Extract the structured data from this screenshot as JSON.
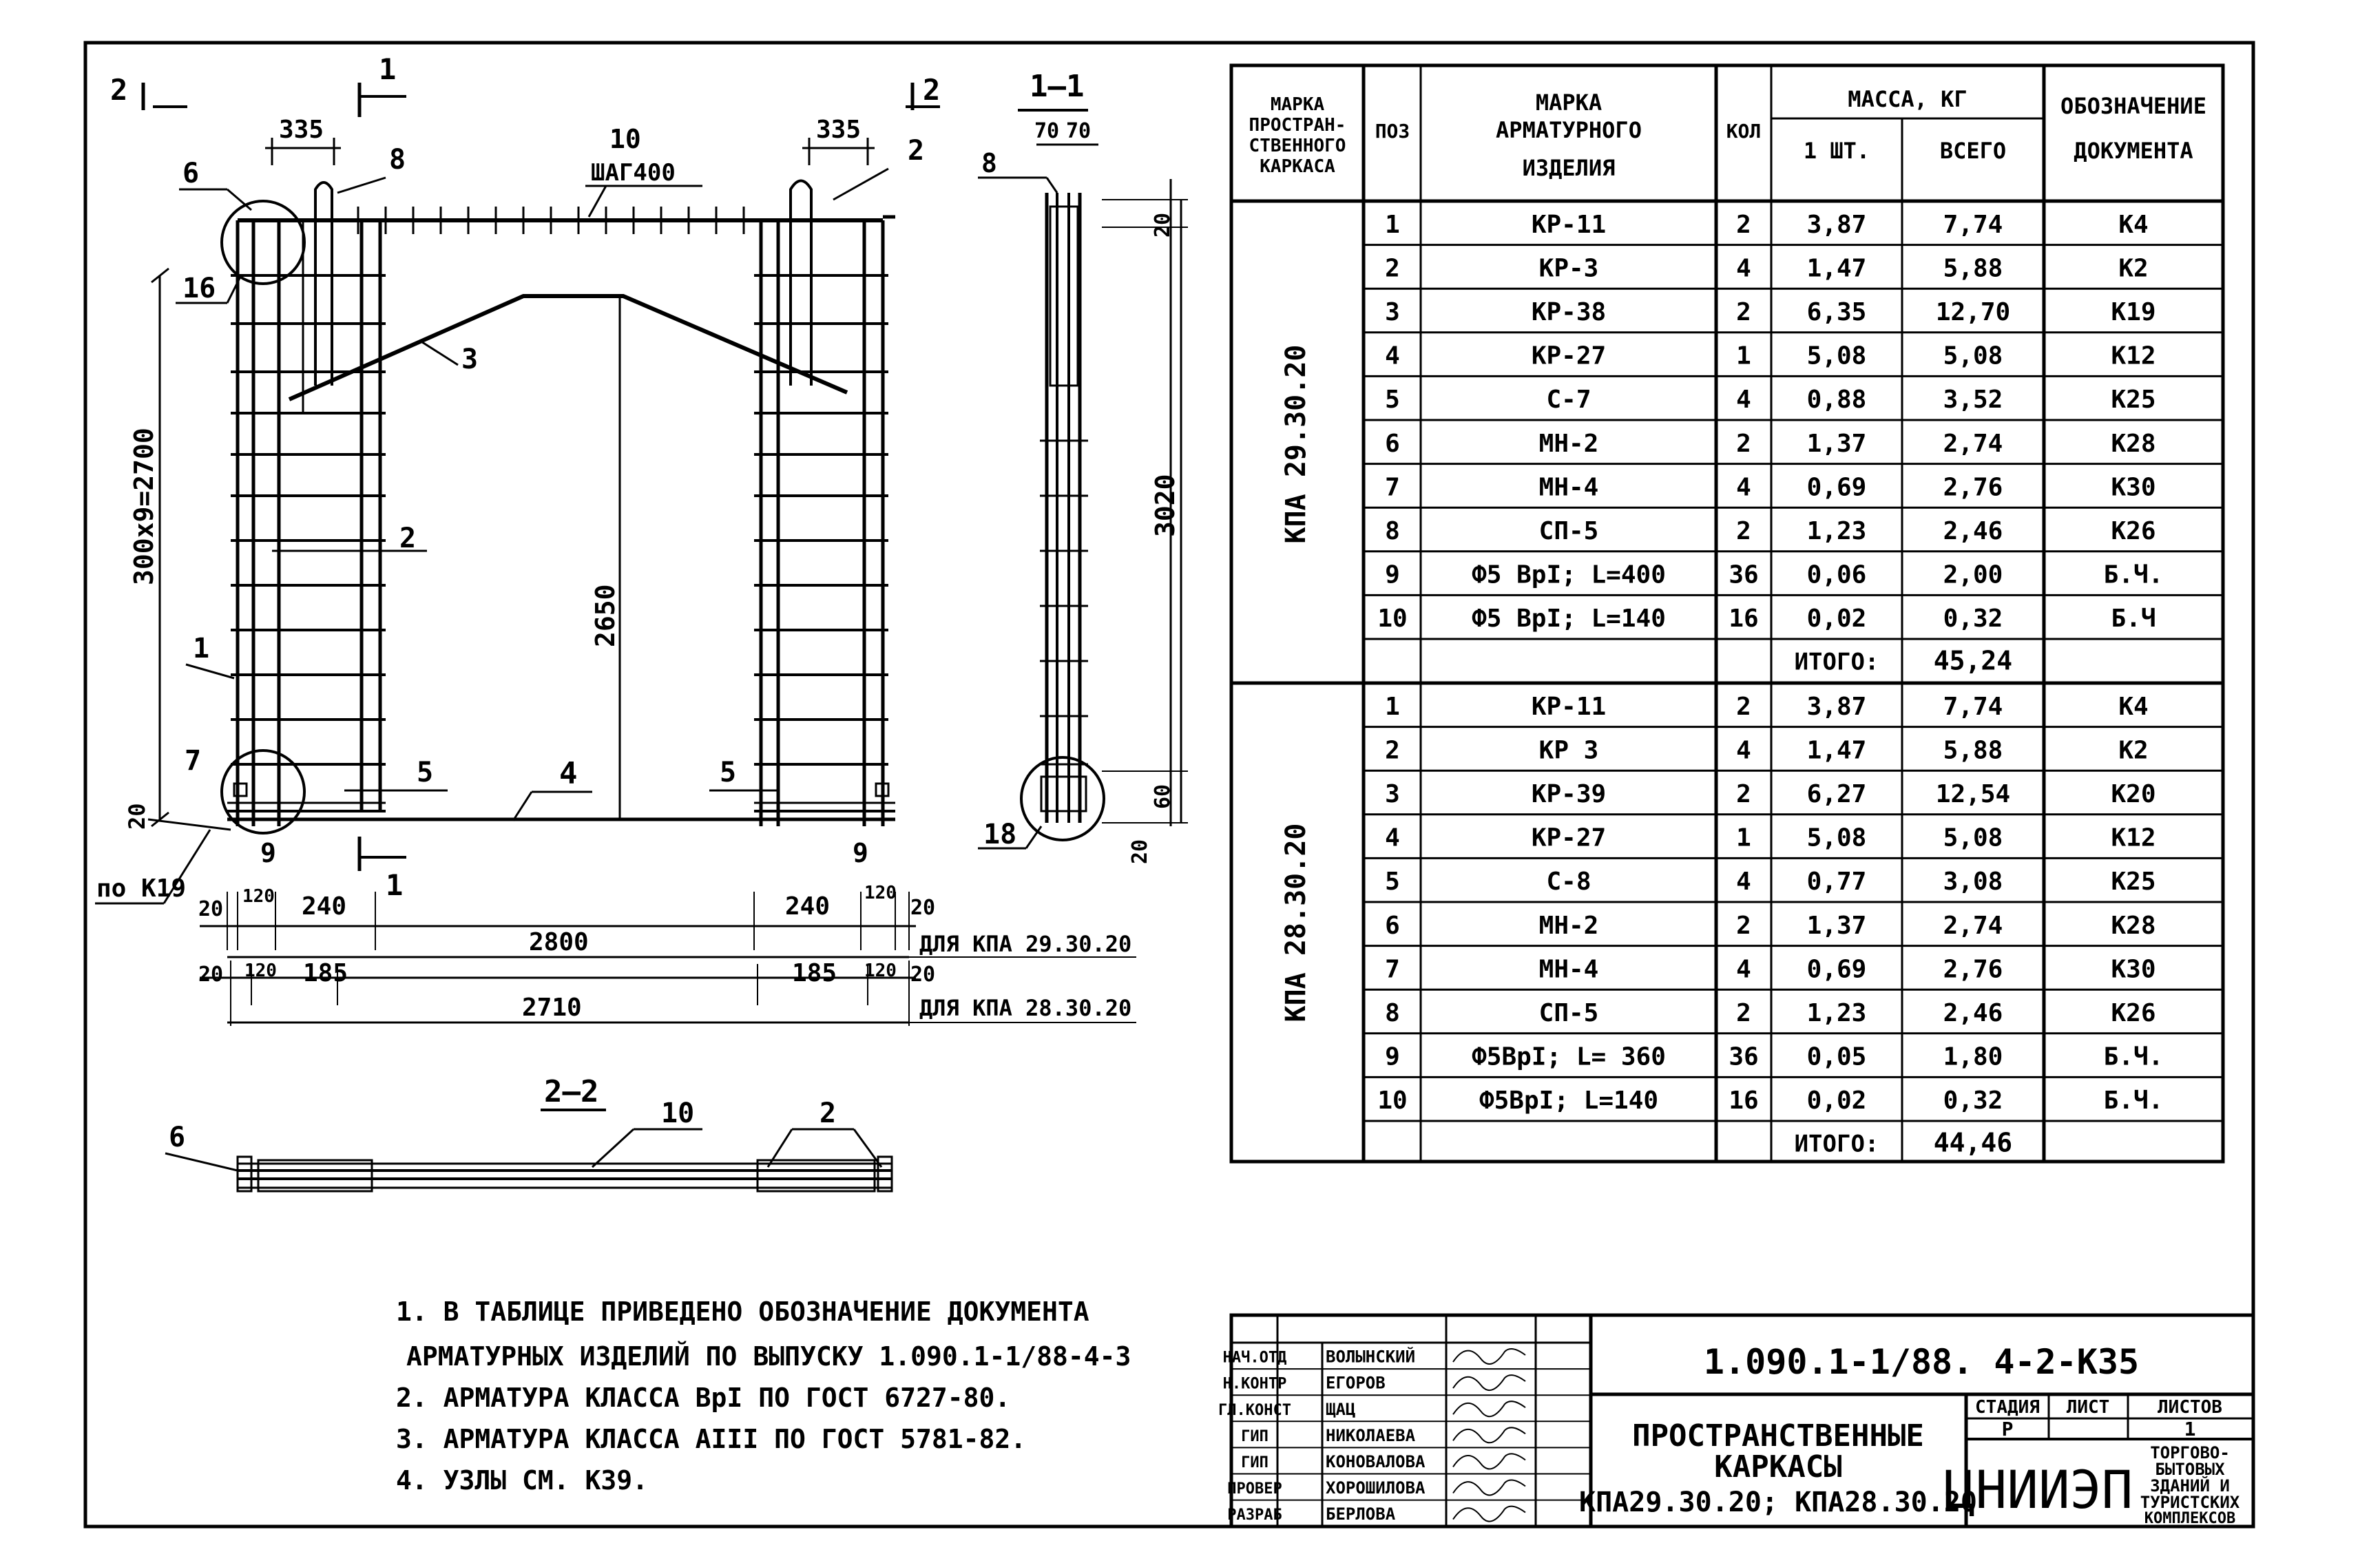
{
  "labels": {
    "sec_2_left": "2",
    "sec_1_top": "1",
    "sec_2_right": "2",
    "sec_1_bottom": "1",
    "dim_335_left": "335",
    "dim_335_right": "335",
    "pos_10": "10",
    "step_400": "ШАГ400",
    "pos_6": "6",
    "pos_8": "8",
    "pos_2_right": "2",
    "pos_16": "16",
    "pos_3": "3",
    "dim_2700": "300х9=2700",
    "dim_2650": "2650",
    "pos_2_mid": "2",
    "pos_1": "1",
    "pos_7": "7",
    "pos_5_left": "5",
    "pos_4": "4",
    "pos_5_right": "5",
    "dim_20_left": "20",
    "dim_9_left": "9",
    "dim_9_right": "9",
    "ref_k19": "по К19"
  },
  "section_1_1": {
    "title": "1–1",
    "dim_70_a": "70",
    "dim_70_b": "70",
    "pos_8": "8",
    "dim_20_top": "20",
    "dim_3020": "3020",
    "dim_60": "60",
    "dim_20_bot": "20",
    "pos_18": "18"
  },
  "bottom_dims": {
    "row1": [
      "20",
      "120",
      "240"
    ],
    "row1_right": [
      "240",
      "120",
      "20"
    ],
    "total1": "2800",
    "note1": "ДЛЯ КПА 29.30.20",
    "row2": [
      "20",
      "120",
      "185"
    ],
    "row2_right": [
      "185",
      "120",
      "20"
    ],
    "total2": "2710",
    "note2": "ДЛЯ КПА 28.30.20"
  },
  "section_2_2": {
    "title": "2–2",
    "pos_6": "6",
    "pos_10": "10",
    "pos_2": "2"
  },
  "table": {
    "headers": {
      "mark_frame": "МАРКА ПРОСТРАН-СТВЕННОГО КАРКАСА",
      "pos": "ПОЗ",
      "mark_item": "МАРКА АРМАТУРНОГО ИЗДЕЛИЯ",
      "qty": "КОЛ",
      "mass": "МАССА, КГ",
      "mass_one": "1 ШТ.",
      "mass_total": "ВСЕГО",
      "doc": "ОБОЗНАЧЕНИЕ ДОКУМЕНТА"
    },
    "groups": [
      {
        "name": "КПА 29.30.20",
        "rows": [
          [
            "1",
            "КР-11",
            "2",
            "3,87",
            "7,74",
            "К4"
          ],
          [
            "2",
            "КР-3",
            "4",
            "1,47",
            "5,88",
            "К2"
          ],
          [
            "3",
            "КР-38",
            "2",
            "6,35",
            "12,70",
            "К19"
          ],
          [
            "4",
            "КР-27",
            "1",
            "5,08",
            "5,08",
            "К12"
          ],
          [
            "5",
            "С-7",
            "4",
            "0,88",
            "3,52",
            "К25"
          ],
          [
            "6",
            "МН-2",
            "2",
            "1,37",
            "2,74",
            "К28"
          ],
          [
            "7",
            "МН-4",
            "4",
            "0,69",
            "2,76",
            "К30"
          ],
          [
            "8",
            "СП-5",
            "2",
            "1,23",
            "2,46",
            "К26"
          ],
          [
            "9",
            "Ф5 ВрI; L=400",
            "36",
            "0,06",
            "2,00",
            "Б.Ч."
          ],
          [
            "10",
            "Ф5 ВрI; L=140",
            "16",
            "0,02",
            "0,32",
            "Б.Ч"
          ]
        ],
        "total_label": "ИТОГО:",
        "total": "45,24"
      },
      {
        "name": "КПА 28.30.20",
        "rows": [
          [
            "1",
            "КР-11",
            "2",
            "3,87",
            "7,74",
            "К4"
          ],
          [
            "2",
            "КР 3",
            "4",
            "1,47",
            "5,88",
            "К2"
          ],
          [
            "3",
            "КР-39",
            "2",
            "6,27",
            "12,54",
            "К20"
          ],
          [
            "4",
            "КР-27",
            "1",
            "5,08",
            "5,08",
            "К12"
          ],
          [
            "5",
            "С-8",
            "4",
            "0,77",
            "3,08",
            "К25"
          ],
          [
            "6",
            "МН-2",
            "2",
            "1,37",
            "2,74",
            "К28"
          ],
          [
            "7",
            "МН-4",
            "4",
            "0,69",
            "2,76",
            "К30"
          ],
          [
            "8",
            "СП-5",
            "2",
            "1,23",
            "2,46",
            "К26"
          ],
          [
            "9",
            "Ф5ВрI; L= 360",
            "36",
            "0,05",
            "1,80",
            "Б.Ч."
          ],
          [
            "10",
            "Ф5ВрI; L=140",
            "16",
            "0,02",
            "0,32",
            "Б.Ч."
          ]
        ],
        "total_label": "ИТОГО:",
        "total": "44,46"
      }
    ]
  },
  "notes": [
    "1. В ТАБЛИЦЕ ПРИВЕДЕНО ОБОЗНАЧЕНИЕ ДОКУМЕНТА",
    "АРМАТУРНЫХ ИЗДЕЛИЙ ПО ВЫПУСКУ 1.090.1-1/88-4-3",
    "2. АРМАТУРА КЛАССА ВрI ПО ГОСТ 6727-80.",
    "3. АРМАТУРА КЛАССА АIII ПО ГОСТ 5781-82.",
    "4. УЗЛЫ СМ. К39."
  ],
  "title_block": {
    "roles": [
      "НАЧ.ОТД",
      "Н.КОНТР",
      "ГЛ.КОНСТ",
      "ГИП",
      "ГИП",
      "ПРОВЕР",
      "РАЗРАБ"
    ],
    "names": [
      "ВОЛЫНСКИЙ",
      "ЕГОРОВ",
      "ЩАЦ",
      "НИКОЛАЕВА",
      "КОНОВАЛОВА",
      "ХОРОШИЛОВА",
      "БЕРЛОВА"
    ],
    "code": "1.090.1-1/88. 4-2-К35",
    "title_line1": "ПРОСТРАНСТВЕННЫЕ",
    "title_line2": "КАРКАСЫ",
    "title_line3": "КПА29.30.20; КПА28.30.20",
    "stage_label": "СТАДИЯ",
    "sheet_label": "ЛИСТ",
    "sheets_label": "ЛИСТОВ",
    "stage": "Р",
    "sheets": "1",
    "org": "ЦНИИЭП",
    "org_desc": [
      "ТОРГОВО-",
      "БЫТОВЫХ",
      "ЗДАНИЙ И",
      "ТУРИСТСКИХ",
      "КОМПЛЕКСОВ"
    ]
  }
}
